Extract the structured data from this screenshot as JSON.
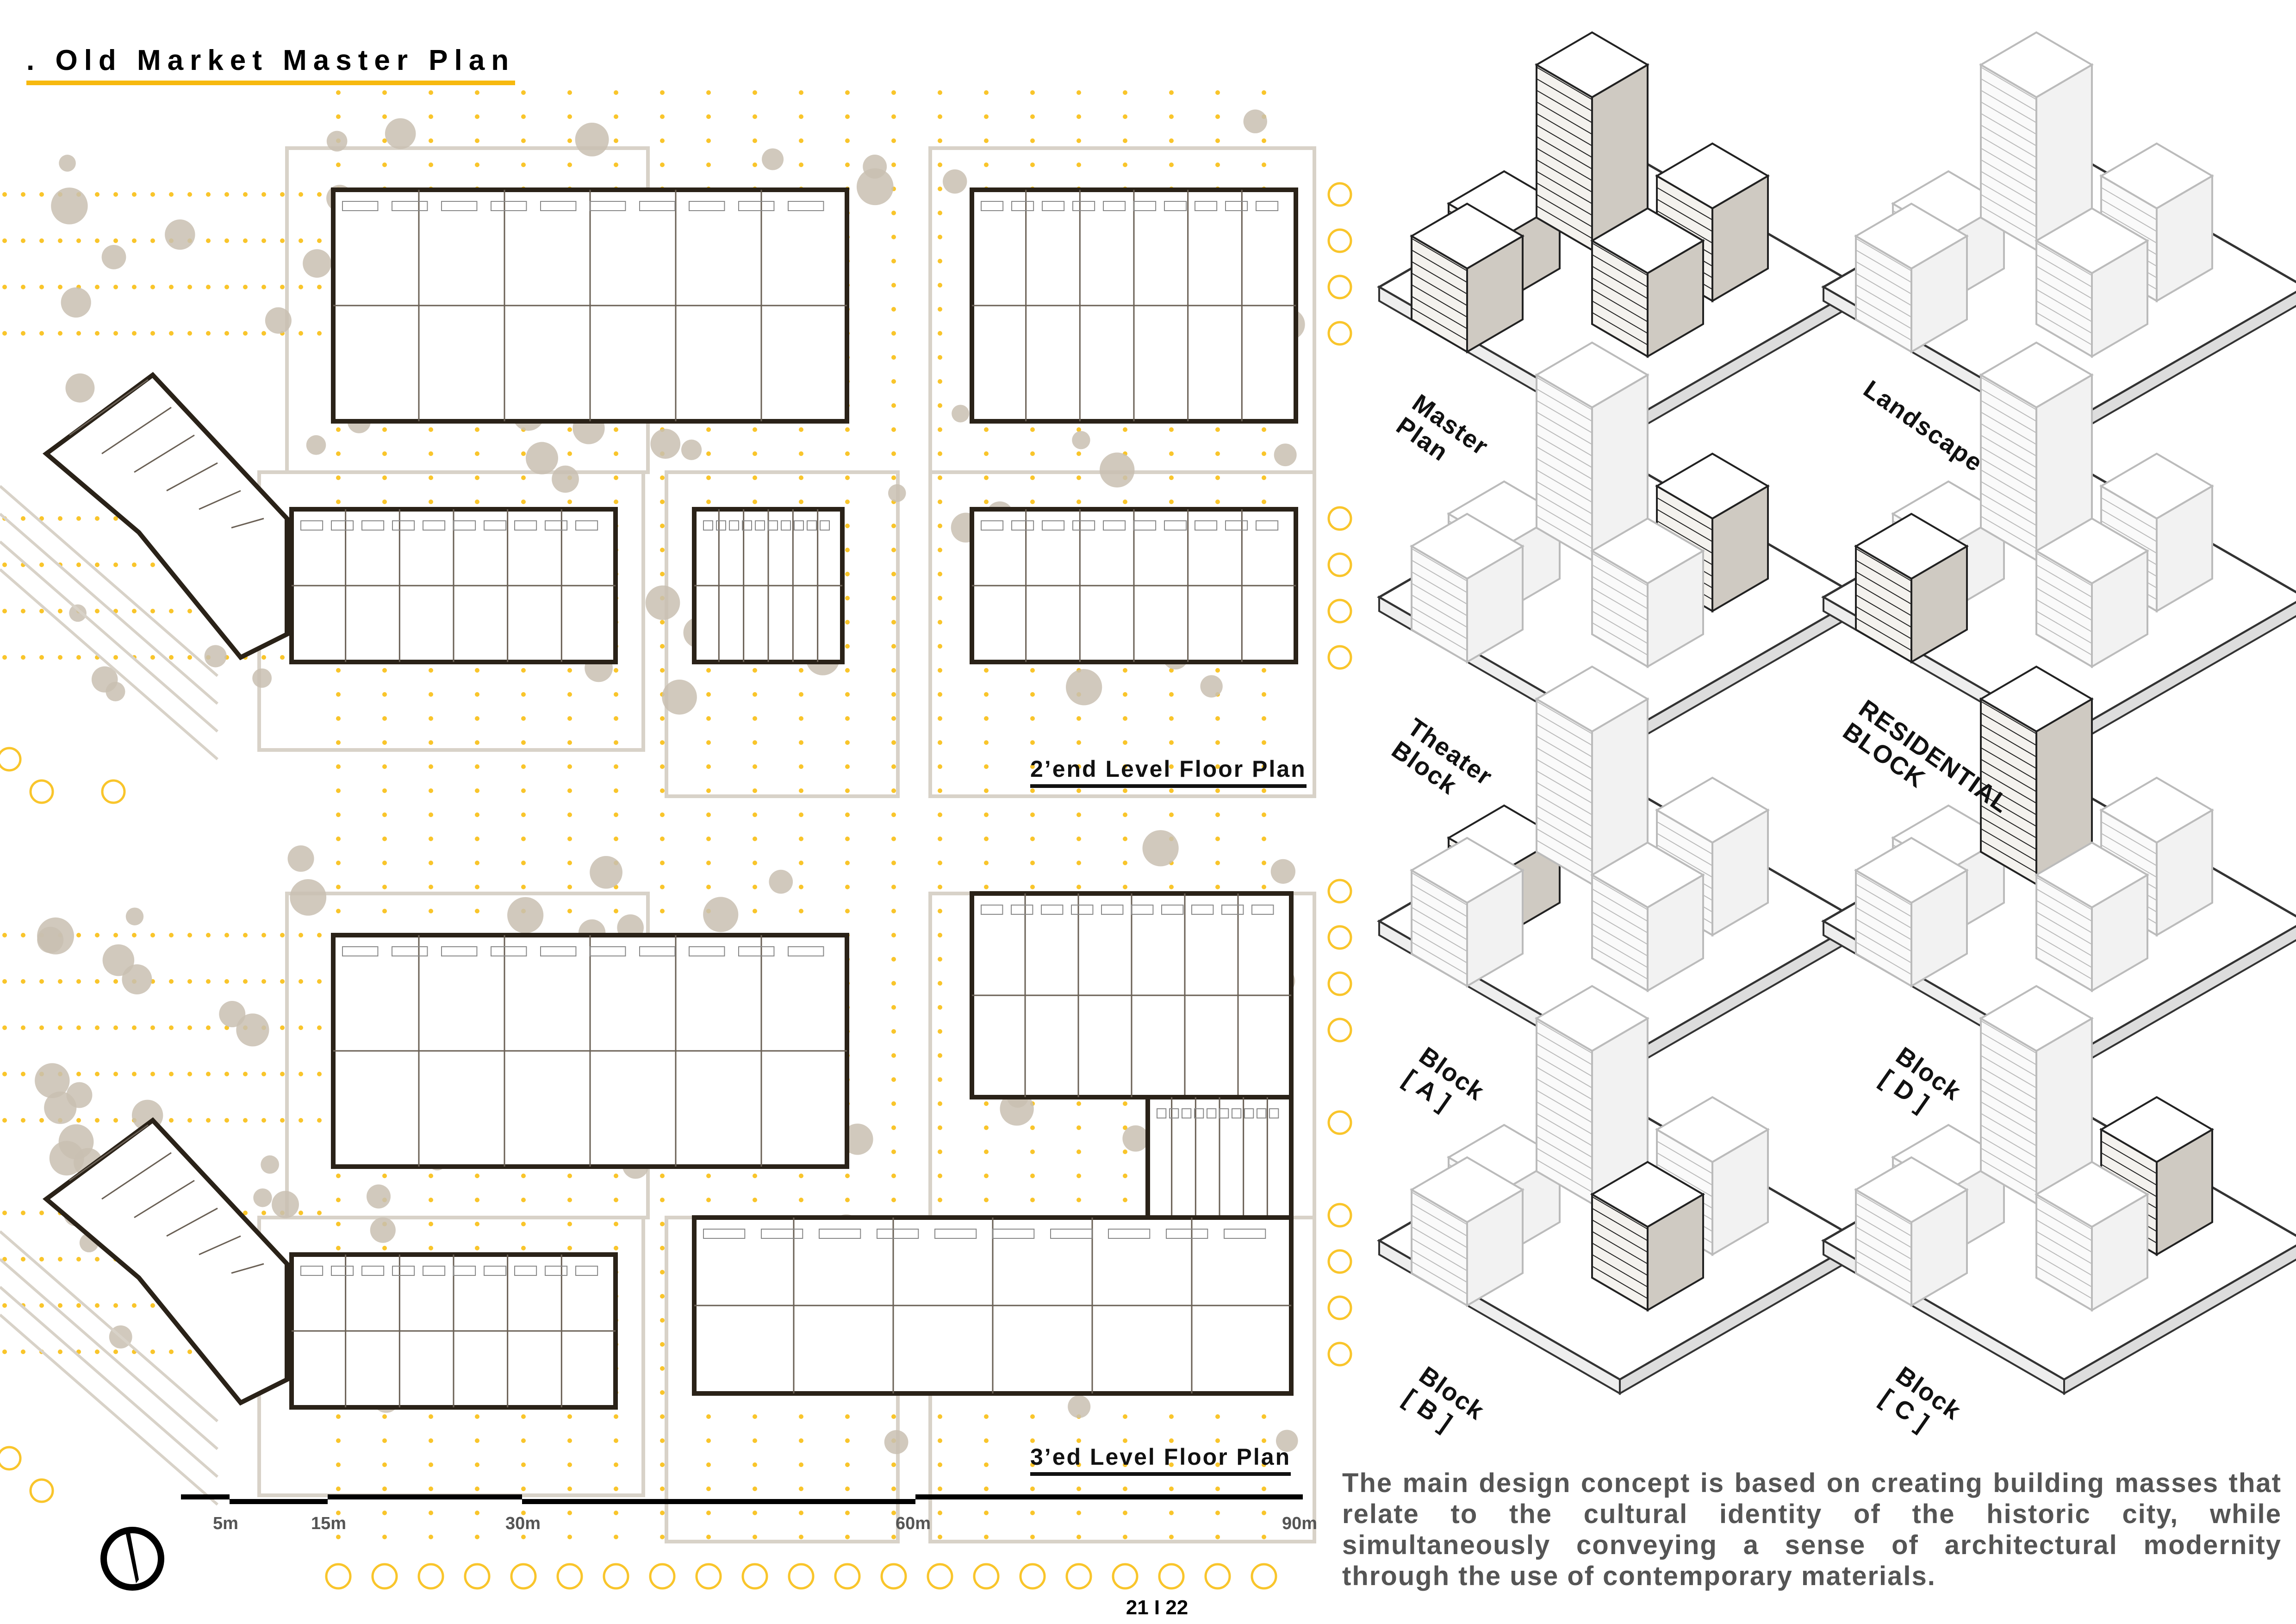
{
  "title": ". Old Market Master Plan",
  "plans": [
    {
      "label": "2’end Level Floor Plan"
    },
    {
      "label": "3’ed Level Floor Plan"
    }
  ],
  "scale_bar": {
    "ticks": [
      "5m",
      "15m",
      "30m",
      "60m",
      "90m"
    ]
  },
  "compass": {
    "icon": "north-arrow-icon"
  },
  "axonometrics": [
    {
      "label": "Master\nPlan"
    },
    {
      "label": "Landscape"
    },
    {
      "label": "Theater\nBlock"
    },
    {
      "label": "RESIDENTIAL\nBLOCK"
    },
    {
      "label": "Block\n[ A ]"
    },
    {
      "label": "Block\n[ D ]"
    },
    {
      "label": "Block\n[ B ]"
    },
    {
      "label": "Block\n[ C ]"
    }
  ],
  "concept_text": "The main design concept is based on creating building masses that relate to the cultural identity of the historic city, while simultaneously conveying a sense of architectural modernity through the use of contemporary materials.",
  "page_number": "21 I 22",
  "colors": {
    "accent": "#f7b90f",
    "grid_dots": "#f9c52b",
    "trees": "#c9bfb2",
    "walls": "#2a2218",
    "paving": "#d8d2c8"
  }
}
